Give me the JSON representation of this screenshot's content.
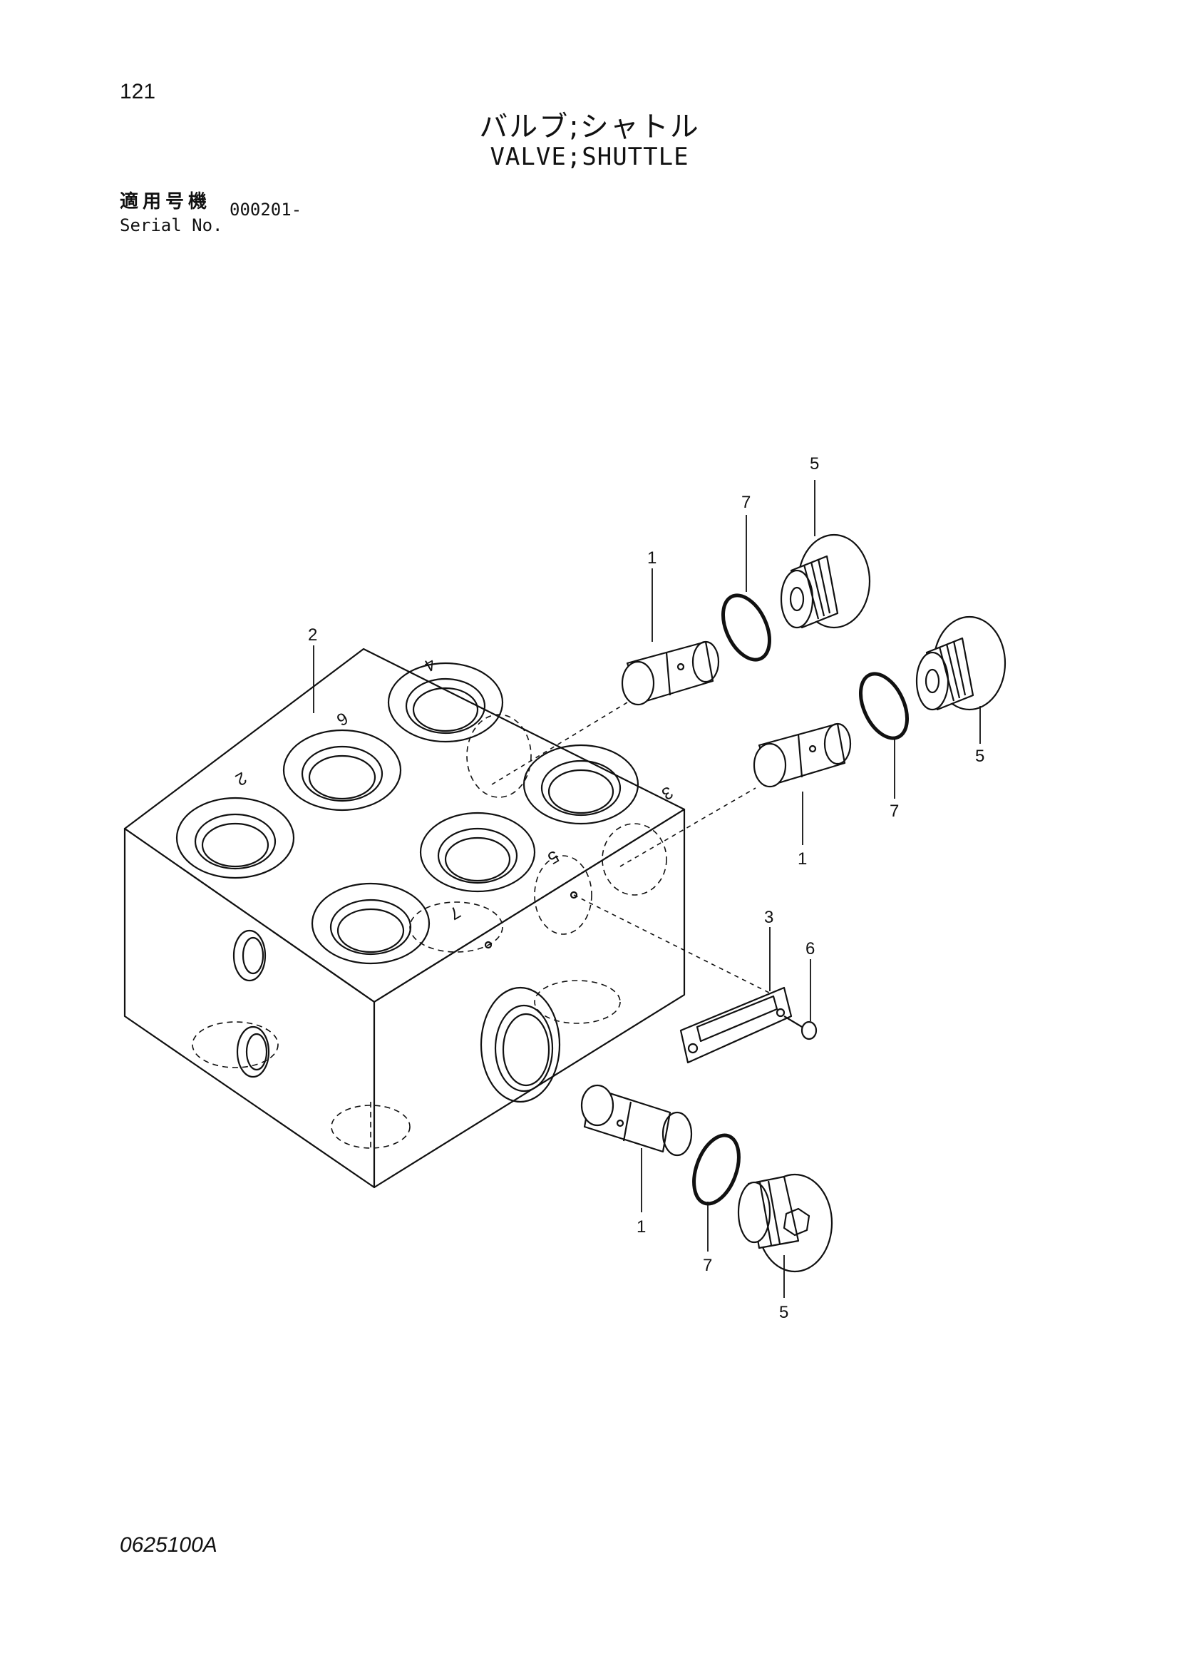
{
  "header": {
    "page_number": "121",
    "title_jp": "バルブ;シャトル",
    "title_en": "VALVE;SHUTTLE",
    "serial_label_jp": "適用号機",
    "serial_label_en": "Serial No.",
    "serial_value": "000201-"
  },
  "diagram": {
    "port_labels": [
      "4",
      "6",
      "2",
      "3",
      "5",
      "7"
    ],
    "callouts": {
      "c1a": "1",
      "c1b": "1",
      "c1c": "1",
      "c2": "2",
      "c3": "3",
      "c6": "6",
      "c5a": "5",
      "c5b": "5",
      "c5c": "5",
      "c7a": "7",
      "c7b": "7",
      "c7c": "7"
    }
  },
  "footer": {
    "drawing_code": "0625100A"
  }
}
